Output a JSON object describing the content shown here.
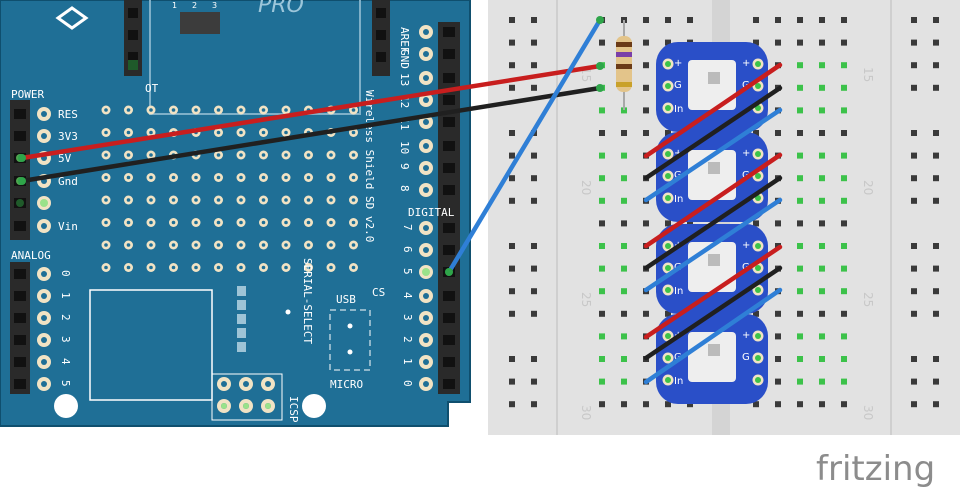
{
  "colors": {
    "board": "#1f6f96",
    "board_edge": "#0f4f6e",
    "header": "#2a2a2a",
    "breadboard": "#e2e2e2",
    "rail_red": "#d23c3c",
    "wire_red": "#c81e1e",
    "wire_black": "#202020",
    "wire_blue": "#2f7fd6",
    "pixel_board": "#2a4fc8",
    "hole_green": "#3cc24a"
  },
  "arduino": {
    "power_title": "POWER",
    "power_pins": [
      "RES",
      "3V3",
      "5V",
      "Gnd",
      "",
      "Vin"
    ],
    "analog_title": "ANALOG",
    "analog_pins": [
      "0",
      "1",
      "2",
      "3",
      "4",
      "5"
    ],
    "digital_title": "DIGITAL",
    "digital_top": [
      "AREF",
      "GND",
      "13",
      "12",
      "11",
      "10",
      "9",
      "8"
    ],
    "digital_pins": [
      "7",
      "6",
      "5",
      "4",
      "3",
      "2",
      "1",
      "0"
    ],
    "shield_name": "Wireless Shield SD v2.0",
    "usb_label": "USB",
    "micro_label": "MICRO",
    "serial_select": "SERIAL-SELECT",
    "icsp_label": "ICSP",
    "xbee_label": "PRO",
    "header_nums": [
      "1",
      "2",
      "3"
    ],
    "pin_b": "CS",
    "misc": "OT"
  },
  "breadboard": {
    "row_labels": [
      "15",
      "20",
      "25",
      "30"
    ]
  },
  "neopixels": {
    "pin_plus": "+",
    "pin_gnd": "G",
    "pin_in": "In"
  },
  "brand": "fritzing"
}
